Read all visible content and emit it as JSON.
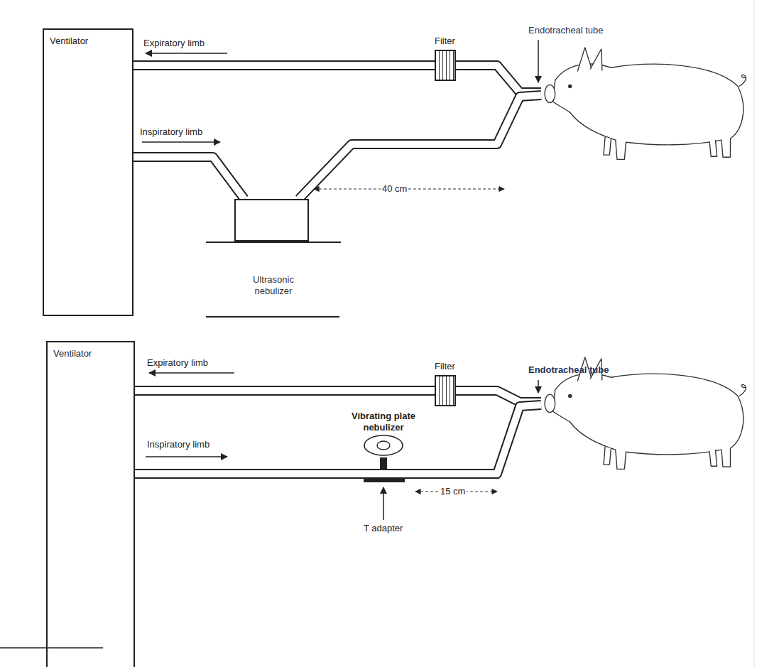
{
  "diagram": {
    "nodes": [
      {
        "text": [
          "Ventilator"
        ]
      },
      {
        "text": [
          "Filter"
        ]
      },
      {
        "text": [
          "Ultrasonic nebulizer"
        ]
      },
      {
        "text": [
          "Ventilator"
        ]
      },
      {
        "text": [
          "Filter"
        ]
      },
      {
        "text": [
          "Vibrating plate nebulizer"
        ]
      }
    ],
    "edges": [
      {
        "from": 1,
        "to": 0,
        "arrow": "none"
      },
      {
        "from": 0,
        "to": 2,
        "arrow": "none"
      },
      {
        "from": 4,
        "to": 3,
        "arrow": "none"
      }
    ],
    "labels": [
      "Expiratory limb",
      "Inspiratory limb",
      "Endotracheal tube",
      "40 cm",
      "Expiratory limb",
      "Inspiratory limb",
      "Endotracheal tube",
      "T adapter",
      "15 cm"
    ]
  }
}
